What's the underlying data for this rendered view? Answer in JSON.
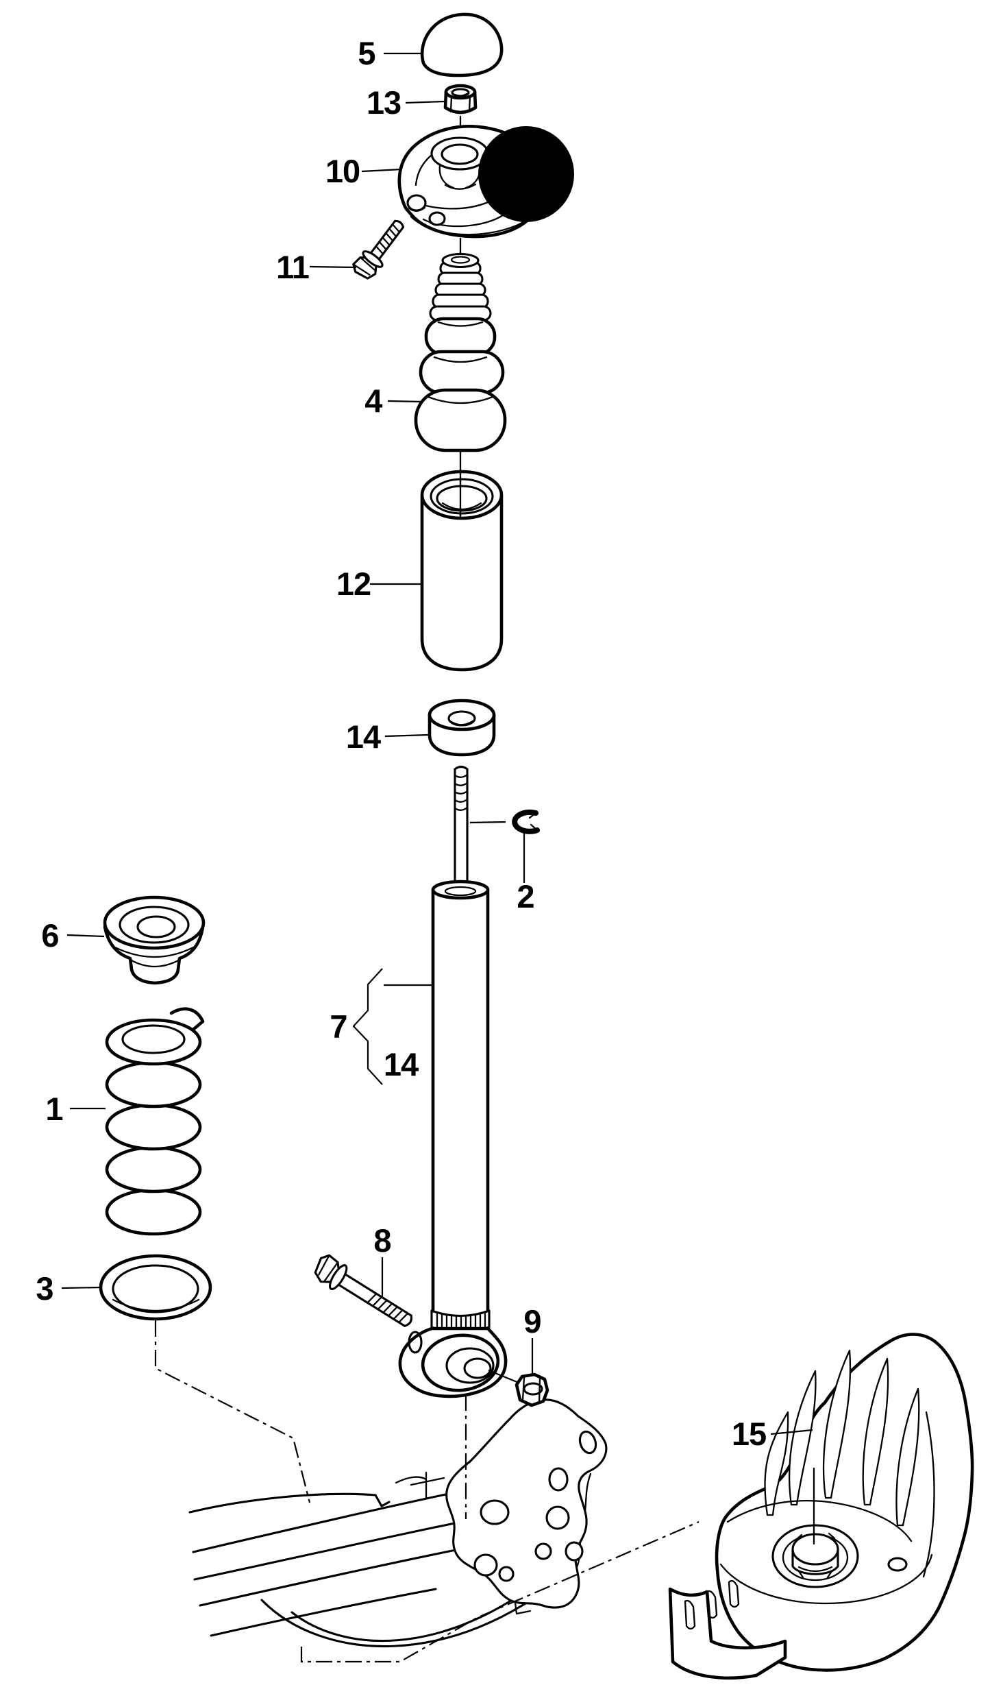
{
  "diagram": {
    "background": "#ffffff",
    "line_color": "#000000",
    "marker_color": "#000000"
  },
  "callouts": [
    {
      "label": "5"
    },
    {
      "label": "13"
    },
    {
      "label": "10"
    },
    {
      "label": "11"
    },
    {
      "label": "4"
    },
    {
      "label": "12"
    },
    {
      "label": "14"
    },
    {
      "label": "2"
    },
    {
      "label": "6"
    },
    {
      "label": "7"
    },
    {
      "label": "14"
    },
    {
      "label": "1"
    },
    {
      "label": "3"
    },
    {
      "label": "8"
    },
    {
      "label": "9"
    },
    {
      "label": "15"
    }
  ]
}
